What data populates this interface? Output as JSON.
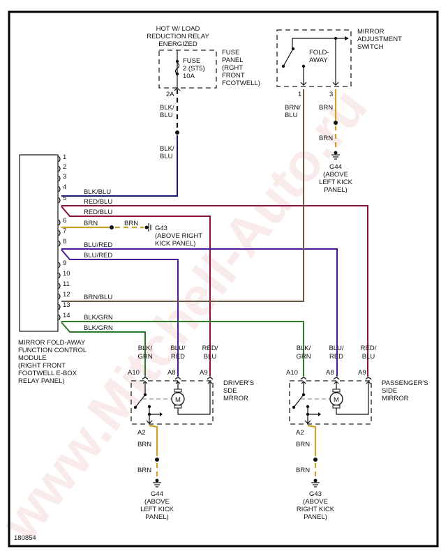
{
  "figure_id": "180854",
  "watermark": "www.Mitchell-Auto.ru",
  "colors": {
    "BLK_BLU": "#1a1a6e",
    "RED_BLU": "#8a1040",
    "BRN": "#c9a227",
    "BLU_RED": "#4b1a9a",
    "BRN_BLU": "#6b5a4a",
    "BLK_GRN": "#2f7a2a",
    "RED_BLU_EDGE": "#e0304a"
  },
  "power_source": {
    "title_lines": [
      "HOT W/ LOAD",
      "REDUCTION RELAY",
      "ENERGIZED"
    ],
    "fuse_lines": [
      "FUSE",
      "2 (ST5)",
      "10A"
    ],
    "panel_lines": [
      "FUSE",
      "PANEL",
      "(RGHT",
      "FRONT",
      "FCOTWELL)"
    ],
    "pin": "2A",
    "wire_upper": [
      "BLK/",
      "BLU"
    ],
    "wire_lower": [
      "BLK/",
      "BLU"
    ]
  },
  "adjustment_switch": {
    "title_lines": [
      "MIRROR",
      "ADJUSTMENT",
      "SWITCH"
    ],
    "inner_label": [
      "FOLD-",
      "AWAY"
    ],
    "pin1": "1",
    "pin3": "3",
    "pin1_wire": [
      "BRN/",
      "BLU"
    ],
    "pin3_wire_upper": "BRN",
    "pin3_wire_lower": "BRN",
    "ground_lines": [
      "G44",
      "(ABOVE",
      "LEFT KICK",
      "PANEL)"
    ]
  },
  "module": {
    "label_lines": [
      "MIRROR FOLD-AWAY",
      "FUNCTION CONTROL",
      "MODULE",
      "(RIGHT FRONT",
      "FOOTWELL E-BOX",
      "RELAY PANEL)"
    ],
    "pins": [
      "1",
      "2",
      "3",
      "4",
      "5",
      "",
      "6",
      "7",
      "8",
      "",
      "9",
      "10",
      "11",
      "12",
      "13",
      "14",
      ""
    ],
    "wire_labels": {
      "p4": "BLK/BLU",
      "p5a": "RED/BLU",
      "p5b": "RED/BLU",
      "p6": "BRN",
      "p6g": "BRN",
      "p8a": "BLU/RED",
      "p8b": "BLU/RED",
      "p12": "BRN/BLU",
      "p14a": "BLK/GRN",
      "p14b": "BLK/GRN"
    },
    "g43_lines": [
      "G43",
      "(ABOVE RIGHT",
      "KICK PANEL)"
    ]
  },
  "driver_mirror": {
    "title_lines": [
      "DRIVER'S",
      "SDE",
      "MRROR"
    ],
    "wires": [
      [
        "BLK/",
        "GRN"
      ],
      [
        "BLU/",
        "RED"
      ],
      [
        "RED/",
        "BLU"
      ]
    ],
    "pins": [
      "A10",
      "A8",
      "A9"
    ],
    "motor": "M",
    "ground_pin": "A2",
    "ground_wire_upper": "BRN",
    "ground_wire_lower": "BRN",
    "ground_lines": [
      "G44",
      "(ABOVE",
      "LEFT KICK",
      "PANEL)"
    ]
  },
  "passenger_mirror": {
    "title_lines": [
      "PASSENGER'S",
      "SIDE",
      "MIRROR"
    ],
    "wires": [
      [
        "BLK/",
        "GRN"
      ],
      [
        "BLU/",
        "RED"
      ],
      [
        "RED/",
        "BLU"
      ]
    ],
    "pins": [
      "A10",
      "A8",
      "A9"
    ],
    "motor": "M",
    "ground_pin": "A2",
    "ground_wire_upper": "BRN",
    "ground_wire_lower": "BRN",
    "ground_lines": [
      "G43",
      "(ABOVE",
      "RIGHT KICK",
      "PANEL)"
    ]
  }
}
